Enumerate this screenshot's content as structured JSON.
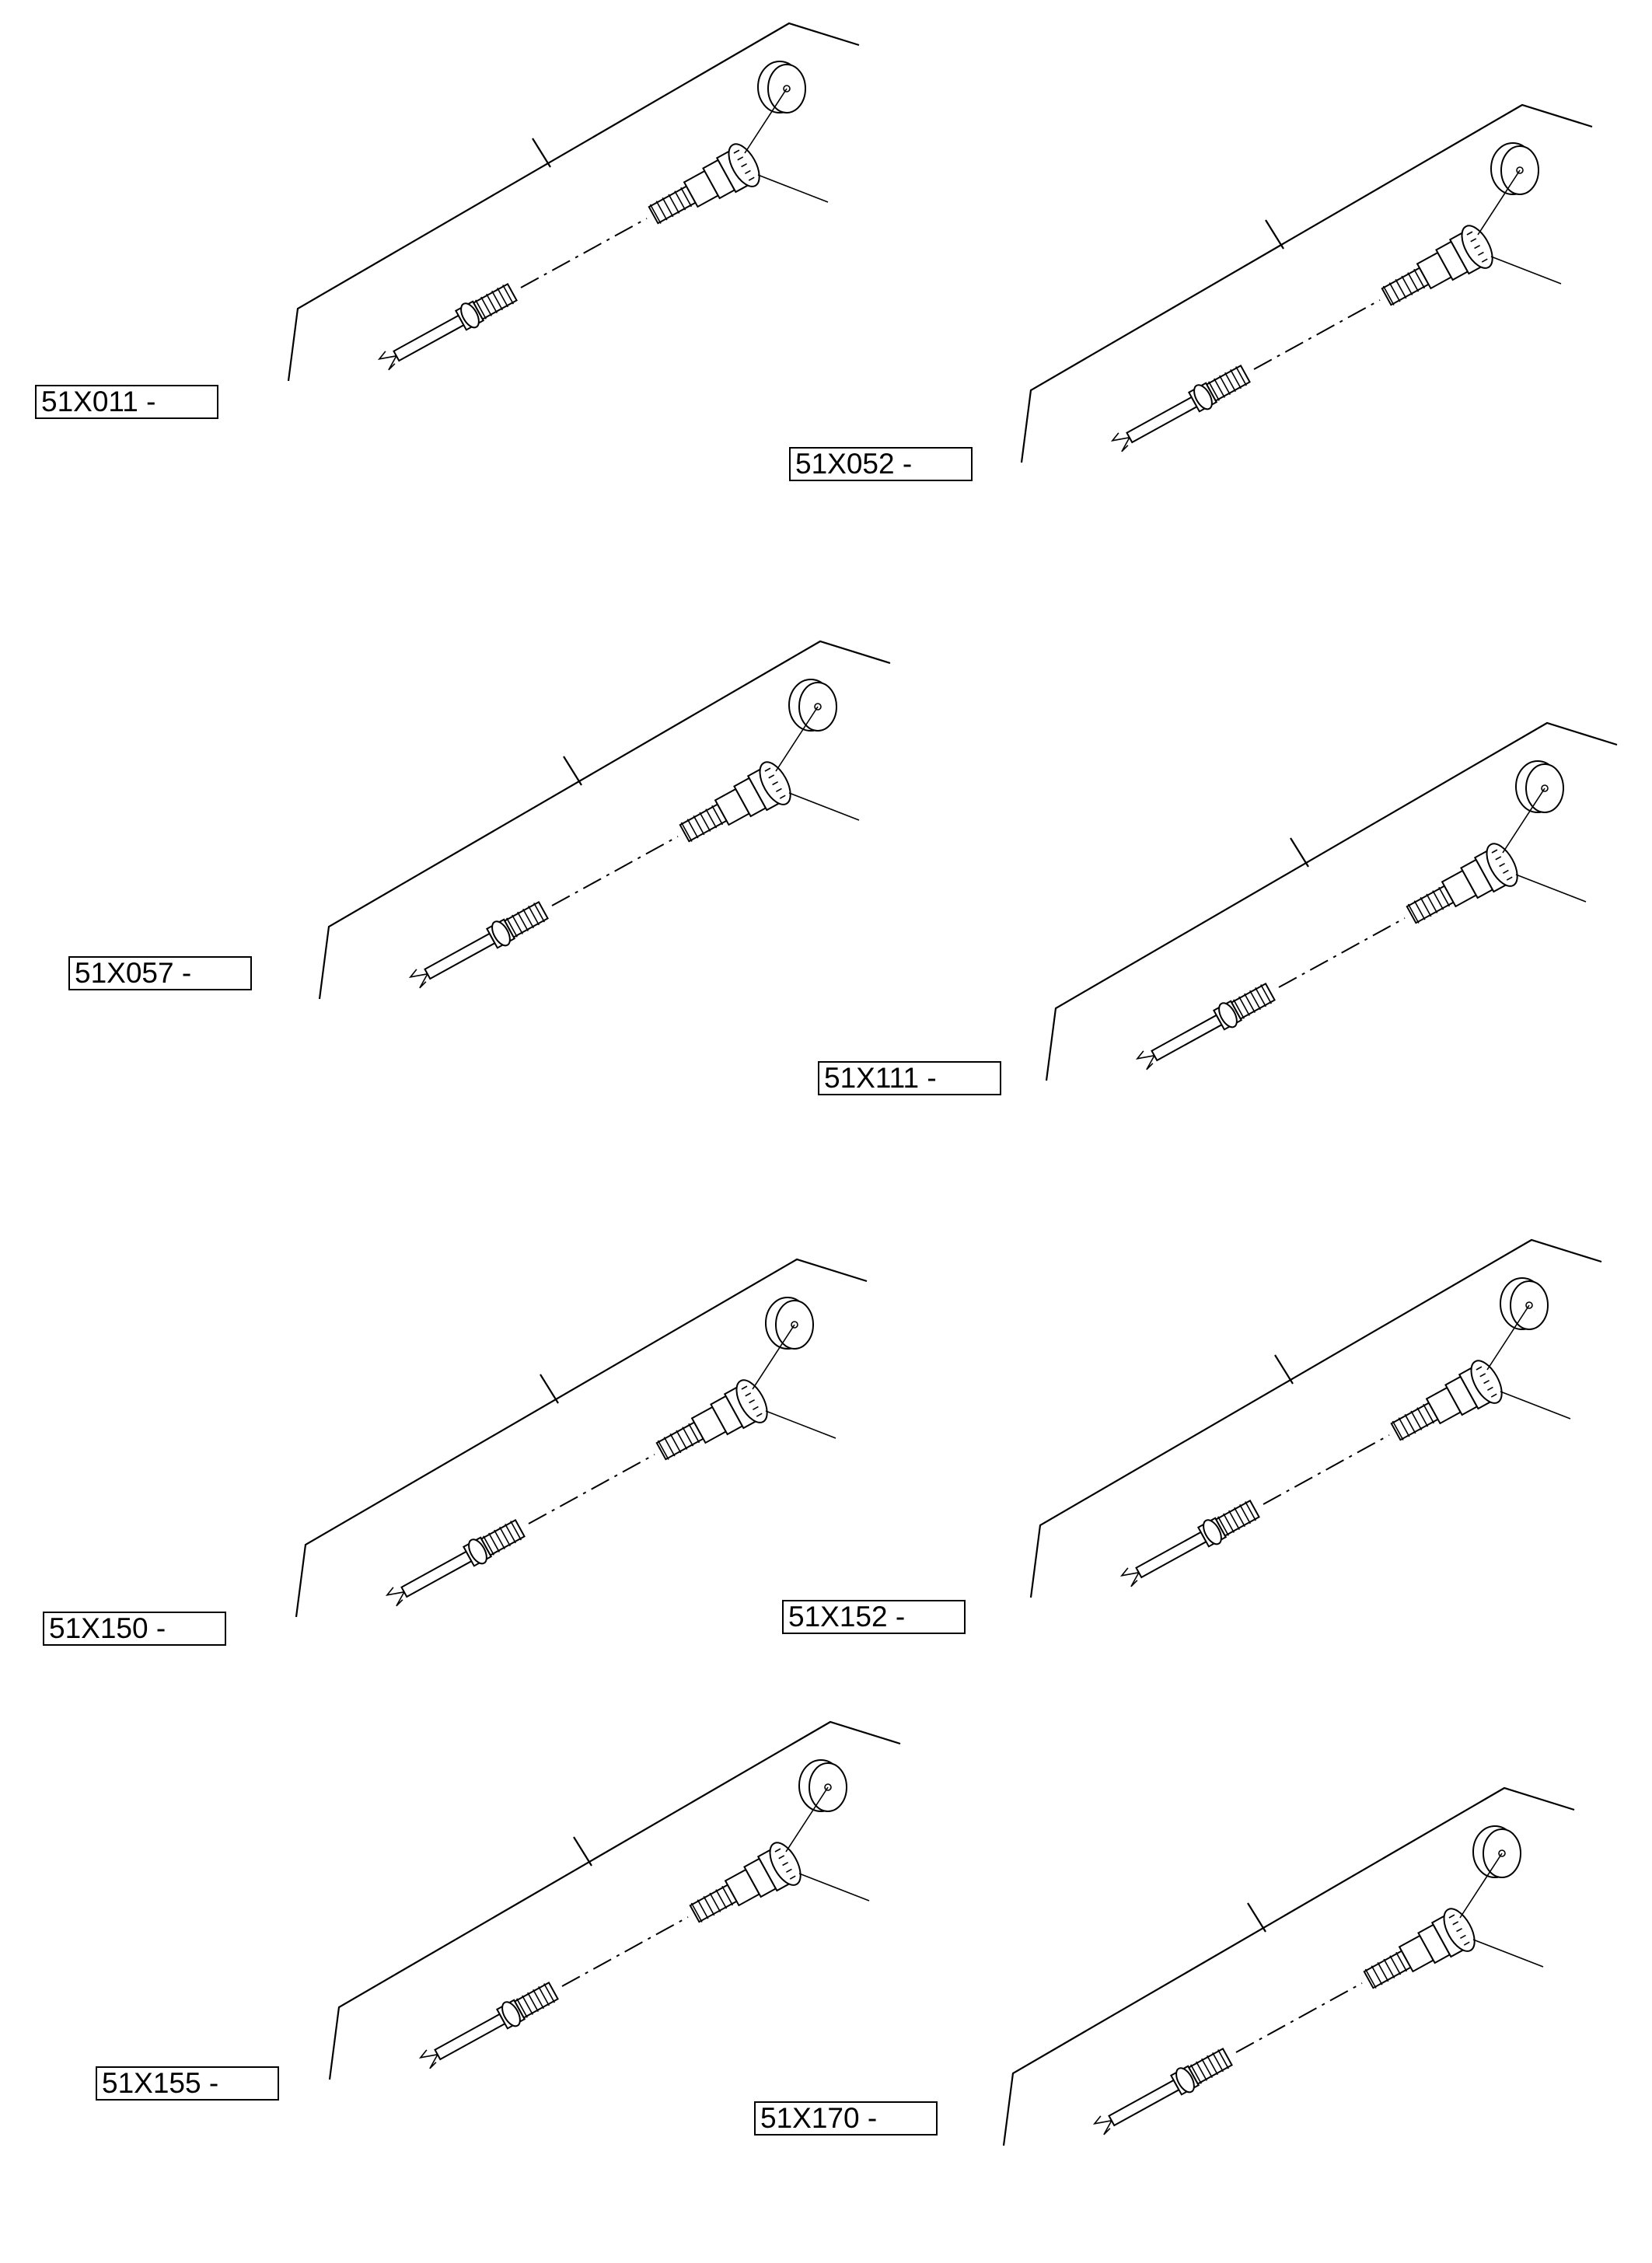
{
  "diagram": {
    "assemblies": [
      {
        "id": "a1",
        "label": "51X011 -"
      },
      {
        "id": "a2",
        "label": "51X052 -"
      },
      {
        "id": "a3",
        "label": "51X057 -"
      },
      {
        "id": "a4",
        "label": "51X111 -"
      },
      {
        "id": "a5",
        "label": "51X150 -"
      },
      {
        "id": "a6",
        "label": "51X152 -"
      },
      {
        "id": "a7",
        "label": "51X155 -"
      },
      {
        "id": "a8",
        "label": "51X170 -"
      }
    ]
  },
  "colors": {
    "line": "#000000",
    "background": "#ffffff"
  }
}
